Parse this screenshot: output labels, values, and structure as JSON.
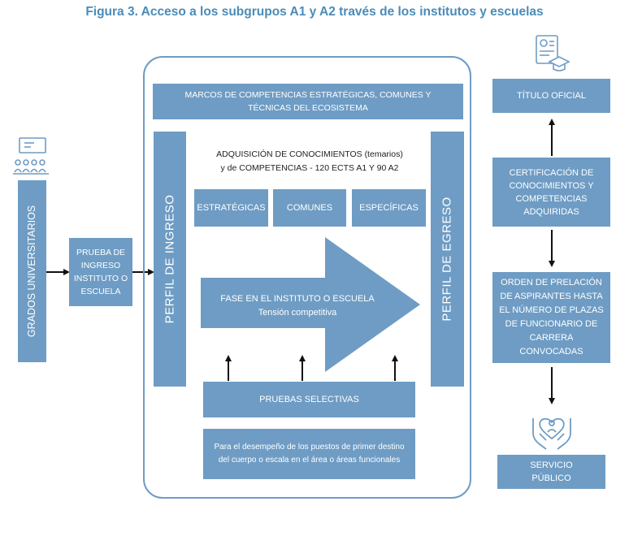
{
  "title": "Figura 3. Acceso a los subgrupos A1 y A2 través de los institutos y escuelas",
  "left": {
    "grados": "GRADOS  UNIVERSITARIOS",
    "prueba": "PRUEBA DE INGRESO INSTITUTO O ESCUELA"
  },
  "center": {
    "marcos": "MARCOS DE COMPETENCIAS ESTRATÉGICAS, COMUNES Y TÉCNICAS DEL ECOSISTEMA",
    "perfil_ingreso": "PERFIL DE INGRESO",
    "perfil_egreso": "PERFIL DE EGRESO",
    "adquisicion_1": "ADQUISICIÓN DE CONOCIMIENTOS (temarios)",
    "adquisicion_2": "y de COMPETENCIAS - 120 ECTS A1 Y 90 A2",
    "estrategicas": "ESTRATÉGICAS",
    "comunes": "COMUNES",
    "especificas": "ESPECÍFICAS",
    "fase": "FASE EN EL INSTITUTO O  ESCUELA",
    "tension": "Tensión competitiva",
    "pruebas": "PRUEBAS SELECTIVAS",
    "desempeno": "Para el desempeño de los puestos de primer destino del cuerpo o escala en el área o áreas funcionales"
  },
  "right": {
    "titulo": "TÍTULO OFICIAL",
    "certificacion": "CERTIFICACIÓN DE CONOCIMIENTOS Y COMPETENCIAS ADQUIRIDAS",
    "orden": "ORDEN DE PRELACIÓN DE ASPIRANTES HASTA EL NÚMERO DE PLAZAS DE FUNCIONARIO DE CARRERA CONVOCADAS",
    "servicio": "SERVICIO PÚBLICO"
  },
  "colors": {
    "box": "#6e9cc4",
    "title": "#4a8cb8",
    "arrow": "#111111"
  },
  "icons": [
    "classroom-icon",
    "diploma-icon",
    "caring-hands-icon"
  ]
}
